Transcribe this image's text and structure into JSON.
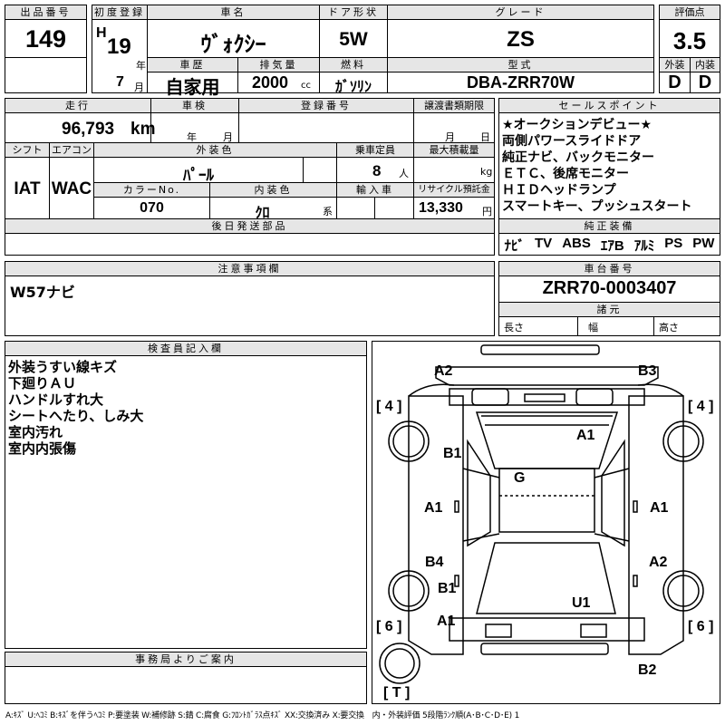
{
  "lot": {
    "label": "出品番号",
    "value": "149"
  },
  "first_reg": {
    "label": "初度登録",
    "era": "H",
    "year": "19",
    "year_unit": "年",
    "month": "7",
    "month_unit": "月"
  },
  "car_name": {
    "label": "車名",
    "value": "ｳﾞｫｸｼｰ"
  },
  "door": {
    "label": "ドア形状",
    "value": "5W"
  },
  "grade": {
    "label": "グレード",
    "value": "ZS"
  },
  "score": {
    "label": "評価点",
    "value": "3.5",
    "ext_label": "外装",
    "int_label": "内装",
    "ext": "D",
    "int": "D"
  },
  "history": {
    "label": "車歴",
    "value": "自家用"
  },
  "displacement": {
    "label": "排気量",
    "value": "2000",
    "unit": "cc"
  },
  "fuel": {
    "label": "燃料",
    "value": "ｶﾞｿﾘﾝ"
  },
  "model": {
    "label": "型式",
    "value": "DBA-ZRR70W"
  },
  "mileage": {
    "label": "走行",
    "value": "96,793",
    "unit": "km"
  },
  "inspection": {
    "label": "車検",
    "year_unit": "年",
    "month_unit": "月"
  },
  "registration": {
    "label": "登録番号"
  },
  "transfer": {
    "label": "譲渡書類期限",
    "month_unit": "月",
    "day_unit": "日"
  },
  "selling_points": {
    "label": "セールスポイント",
    "lines": [
      "★オークションデビュー★",
      "両側パワースライドドア",
      "純正ナビ、バックモニター",
      "ＥＴＣ、後席モニター",
      "ＨＩＤヘッドランプ",
      "スマートキー、プッシュスタート"
    ]
  },
  "shift": {
    "label": "シフト",
    "value": "IAT"
  },
  "ac": {
    "label": "エアコン",
    "value": "WAC"
  },
  "ext_color": {
    "label": "外装色",
    "value": "ﾊﾟｰﾙ"
  },
  "capacity": {
    "label": "乗車定員",
    "value": "8",
    "unit": "人"
  },
  "max_load": {
    "label": "最大積載量",
    "unit": "kg"
  },
  "color_no": {
    "label": "カラーNo.",
    "value": "070"
  },
  "int_color": {
    "label": "内装色",
    "value": "ｸﾛ",
    "unit": "系"
  },
  "import": {
    "label": "輸入車"
  },
  "recycle": {
    "label": "リサイクル預託金",
    "value": "13,330",
    "unit": "円"
  },
  "later_parts": {
    "label": "後日発送部品"
  },
  "equipment": {
    "label": "純正装備",
    "items": [
      "ﾅﾋﾞ",
      "TV",
      "ABS",
      "ｴｱB",
      "ｱﾙﾐ",
      "PS",
      "PW"
    ]
  },
  "notes": {
    "label": "注意事項欄",
    "value": "W57ナビ"
  },
  "chassis": {
    "label": "車台番号",
    "value": "ZRR70-0003407"
  },
  "specs": {
    "label": "諸元",
    "length": "長さ",
    "width": "幅",
    "height": "高さ"
  },
  "inspector": {
    "label": "検査員記入欄",
    "lines": [
      "外装うすい線キズ",
      "下廻りＡＵ",
      "ハンドルすれ大",
      "シートへたり、しみ大",
      "室内汚れ",
      "室内内張傷"
    ]
  },
  "office": {
    "label": "事務局よりご案内"
  },
  "diagram": {
    "tires": [
      "[ 4 ]",
      "[ 4 ]",
      "[ 6 ]",
      "[ 6 ]",
      "[ T ]"
    ],
    "marks": [
      "A2",
      "B3",
      "A1",
      "B1",
      "G",
      "A1",
      "A1",
      "B4",
      "A2",
      "B1",
      "U1",
      "A1",
      "B2"
    ]
  },
  "legend": "A:ｷｽﾞ U:ﾍｺﾐ B:ｷｽﾞを伴うﾍｺﾐ P:要塗装 W:補修跡 S:錆 C:腐食 G:ﾌﾛﾝﾄｶﾞﾗｽ点ｷｽﾞ XX:交換済み X:要交換　内・外装評価 5段階ﾗﾝｸ順(A･B･C･D･E) 1"
}
